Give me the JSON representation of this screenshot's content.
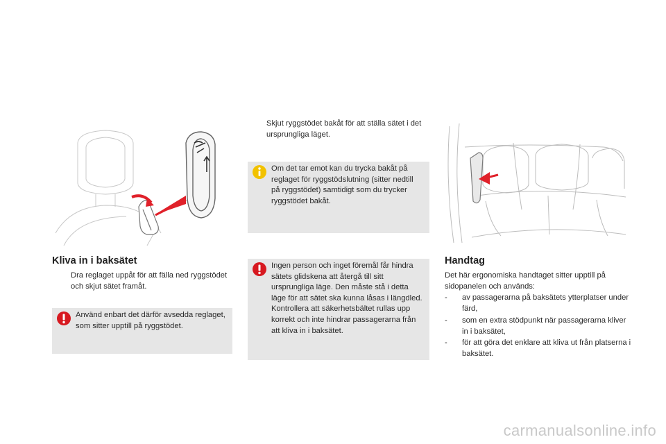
{
  "col1": {
    "heading": "Kliva in i baksätet",
    "bullet_symbol": "",
    "bullet_text": "Dra reglaget uppåt för att fälla ned ryggstödet och skjut sätet framåt.",
    "note_box": {
      "icon": "exclamation-warning-icon",
      "text": "Använd enbart det därför avsedda reglaget, som sitter upptill på ryggstödet."
    }
  },
  "col2": {
    "bullet_symbol": "",
    "bullet_text": "Skjut ryggstödet bakåt för att ställa sätet i det ursprungliga läget.",
    "info_box": {
      "icon": "info-icon",
      "text": "Om det tar emot kan du trycka bakåt på reglaget för ryggstödslutning (sitter nedtill på ryggstödet) samtidigt som du trycker ryggstödet bakåt."
    },
    "warning_box": {
      "icon": "exclamation-warning-icon",
      "text": "Ingen person och inget föremål får hindra sätets glidskena att återgå till sitt ursprungliga läge. Den måste stå i detta läge för att sätet ska kunna låsas i längdled. Kontrollera att säkerhetsbältet rullas upp korrekt och inte hindrar passagerarna från att kliva in i baksätet."
    }
  },
  "col3": {
    "heading": "Handtag",
    "intro": "Det här ergonomiska handtaget sitter upptill på sidopanelen och används:",
    "items": [
      {
        "dash": "-",
        "text": "av passagerarna på baksätets ytterplatser under färd,"
      },
      {
        "dash": "-",
        "text": "som en extra stödpunkt när passagerarna kliver in i baksätet,"
      },
      {
        "dash": "-",
        "text": "för att göra det enklare att kliva ut från platserna i baksätet."
      }
    ]
  },
  "watermark": "carmanualsonline.info",
  "colors": {
    "box_bg": "#e6e6e6",
    "warning_red": "#d71920",
    "info_yellow": "#f2c200",
    "arrow_red": "#e0212a"
  }
}
